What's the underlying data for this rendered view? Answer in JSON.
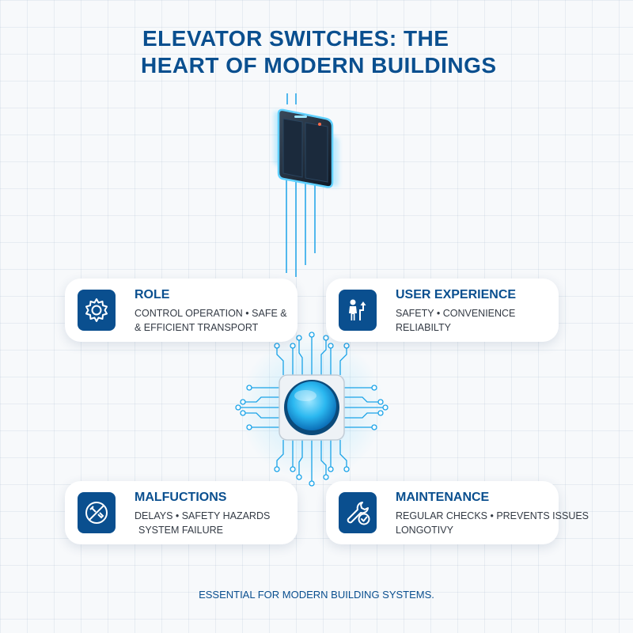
{
  "title": {
    "line1": "ELEVATOR SWITCHES: THE",
    "line2": "HEART OF MODERN BUILDINGS"
  },
  "cards": [
    {
      "icon": "gear-icon",
      "heading": "ROLE",
      "line1": "CONTROL OPERATION • SAFE &",
      "line2": "& EFFICIENT TRANSPORT"
    },
    {
      "icon": "person-up-arrow-icon",
      "heading": "USER EXPERIENCE",
      "line1": "SAFETY • CONVENIENCE",
      "line2": "RELIABILTY"
    },
    {
      "icon": "no-tools-icon",
      "heading": "MALFUCTIONS",
      "line1": "DELAYS • SAFETY HAZARDS",
      "line2": "SYSTEM FAILURE"
    },
    {
      "icon": "wrench-check-icon",
      "heading": "MAINTENANCE",
      "line1": "REGULAR CHECKS • PREVENTS ISSUES",
      "line2": "LONGOTIVY"
    }
  ],
  "footer": "ESSENTIAL FOR MODERN BUILDING SYSTEMS.",
  "colors": {
    "primary": "#0a4f8f",
    "accent": "#1aa3e8",
    "glow": "#5fd0ff"
  },
  "illustrations": [
    "elevator-switch-panel-icon",
    "circuit-button-icon"
  ]
}
